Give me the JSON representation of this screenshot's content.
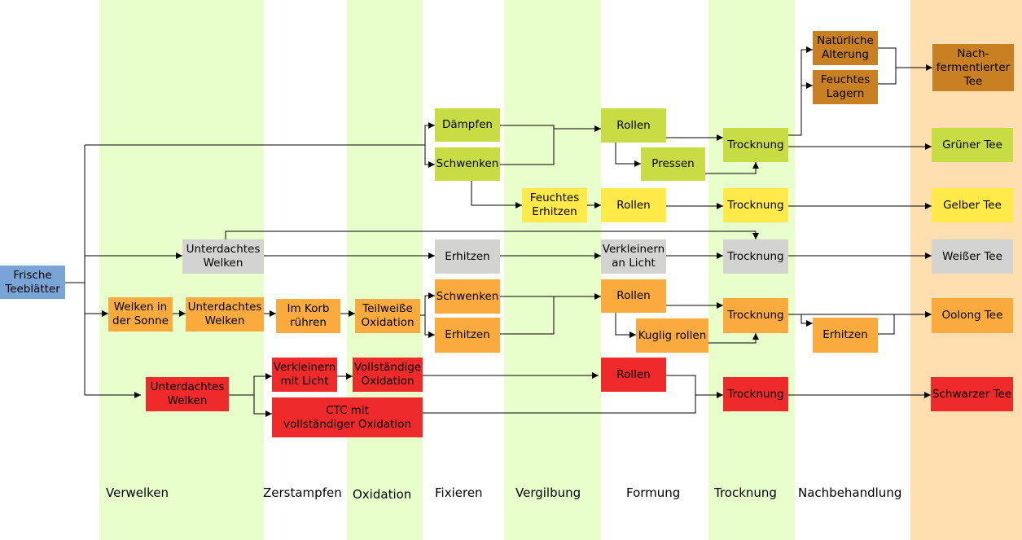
{
  "colors": {
    "band_green": "#e8ffcc",
    "band_orange": "#ffdeb0",
    "start": "#7ba4d6",
    "green_tea": "#c8dc44",
    "yellow_tea": "#ffea4a",
    "white_tea": "#d3d3d1",
    "oolong_tea": "#fbab3e",
    "black_tea": "#ee2a2a",
    "aged_tea": "#c98023",
    "line": "#000000"
  },
  "stages": {
    "verwelken": "Verwelken",
    "zerstampfen": "Zerstampfen",
    "oxidation": "Oxidation",
    "fixieren": "Fixieren",
    "vergilbung": "Vergilbung",
    "formung": "Formung",
    "trocknung": "Trocknung",
    "nachbehandlung": "Nachbehandlung"
  },
  "nodes": {
    "frische_teeblaetter": "Frische\nTeeblätter",
    "daempfen": "Dämpfen",
    "schwenken_gruen": "Schwenken",
    "rollen_gruen": "Rollen",
    "pressen": "Pressen",
    "trocknung_gruen": "Trocknung",
    "natuerliche_alterung": "Natürliche\nAlterung",
    "feuchtes_lagern": "Feuchtes\nLagern",
    "nachfermentierter_tee": "Nach-\nfermentierter\nTee",
    "gruener_tee": "Grüner Tee",
    "feuchtes_erhitzen": "Feuchtes\nErhitzen",
    "rollen_gelb": "Rollen",
    "trocknung_gelb": "Trocknung",
    "gelber_tee": "Gelber Tee",
    "unterdachtes_welken_weiss": "Unterdachtes\nWelken",
    "erhitzen_weiss": "Erhitzen",
    "verkleinern_an_licht": "Verkleinern\nan Licht",
    "trocknung_weiss": "Trocknung",
    "weisser_tee": "Weißer Tee",
    "welken_in_der_sonne": "Welken in\nder Sonne",
    "unterdachtes_welken_oolong": "Unterdachtes\nWelken",
    "im_korb_ruehren": "Im Korb\nrühren",
    "teilweise_oxidation": "Teilweiße\nOxidation",
    "schwenken_oolong": "Schwenken",
    "erhitzen_oolong": "Erhitzen",
    "rollen_oolong": "Rollen",
    "kuglig_rollen": "Kuglig rollen",
    "trocknung_oolong": "Trocknung",
    "erhitzen_nach": "Erhitzen",
    "oolong_tee": "Oolong Tee",
    "unterdachtes_welken_schwarz": "Unterdachtes\nWelken",
    "verkleinern_mit_licht": "Verkleinern\nmit Licht",
    "vollstaendige_oxidation": "Vollständige\nOxidation",
    "ctc": "CTC mit\nvollständiger Oxidation",
    "rollen_schwarz": "Rollen",
    "trocknung_schwarz": "Trocknung",
    "schwarzer_tee": "Schwarzer Tee"
  }
}
